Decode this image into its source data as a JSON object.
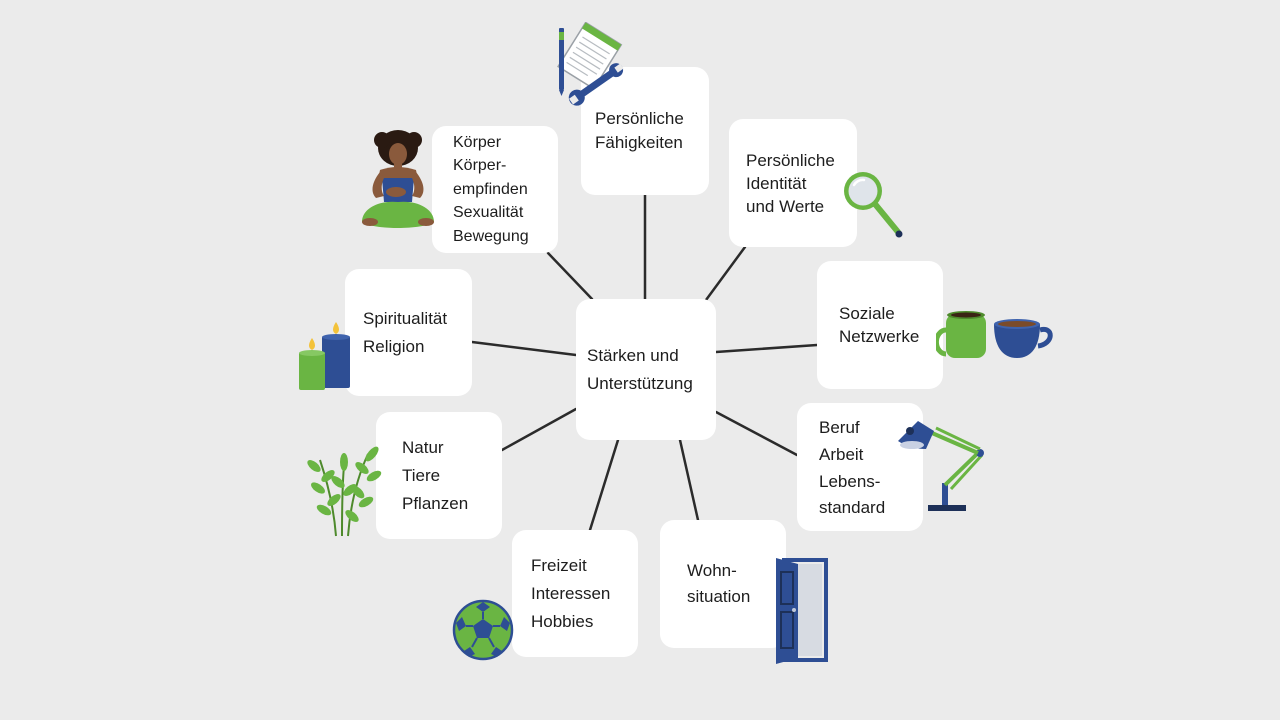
{
  "diagram": {
    "center": {
      "lines": [
        "Stärken und",
        "Unterstützung"
      ]
    },
    "nodes": [
      {
        "id": "persoenliche-faehigkeiten",
        "lines": [
          "Persönliche",
          "Fähigkeiten"
        ],
        "icon": "notepad-pen-wrench-icon"
      },
      {
        "id": "persoenliche-identitaet",
        "lines": [
          "Persönliche",
          "Identität",
          "und Werte"
        ],
        "icon": "magnifying-glass-icon"
      },
      {
        "id": "soziale-netzwerke",
        "lines": [
          "Soziale",
          "Netzwerke"
        ],
        "icon": "coffee-cups-icon"
      },
      {
        "id": "beruf-arbeit",
        "lines": [
          "Beruf",
          "Arbeit",
          "Lebens-",
          "standard"
        ],
        "icon": "desk-lamp-icon"
      },
      {
        "id": "wohnsituation",
        "lines": [
          "Wohn-",
          "situation"
        ],
        "icon": "open-door-icon"
      },
      {
        "id": "freizeit",
        "lines": [
          "Freizeit",
          "Interessen",
          "Hobbies"
        ],
        "icon": "soccer-ball-icon"
      },
      {
        "id": "natur",
        "lines": [
          "Natur",
          "Tiere",
          "Pflanzen"
        ],
        "icon": "plant-sprigs-icon"
      },
      {
        "id": "spiritualitaet",
        "lines": [
          "Spiritualität",
          "Religion"
        ],
        "icon": "candles-icon"
      },
      {
        "id": "koerper",
        "lines": [
          "Körper",
          "Körper-",
          "empfinden",
          "Sexualität",
          "Bewegung"
        ],
        "icon": "meditating-woman-icon"
      }
    ]
  },
  "colors": {
    "background": "#ebebeb",
    "card": "#ffffff",
    "text": "#1d1d1d",
    "connector": "#2b2b2b",
    "accent_green": "#6ab543",
    "accent_blue": "#2e4e94"
  }
}
